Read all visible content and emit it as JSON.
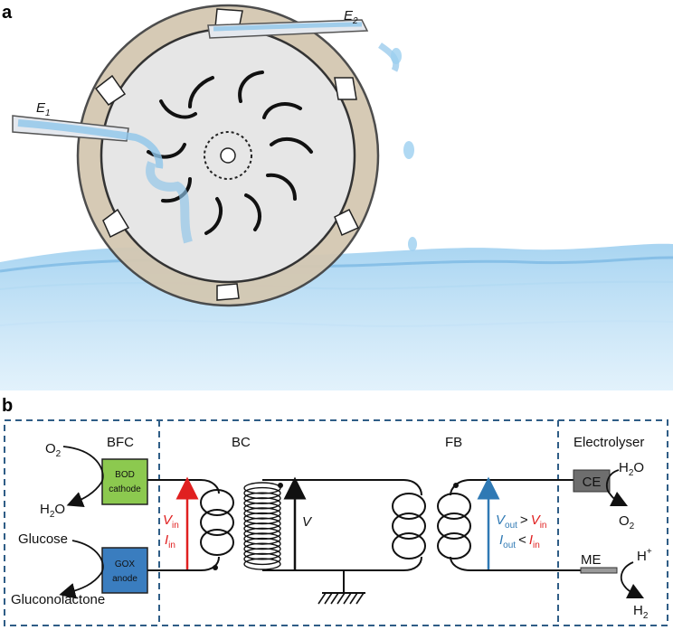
{
  "panel_a": {
    "letter": "a",
    "electrode_top": {
      "main": "E",
      "sub": "2"
    },
    "electrode_left": {
      "main": "E",
      "sub": "1"
    }
  },
  "panel_b": {
    "letter": "b",
    "section_bfc": "BFC",
    "section_bc": "BC",
    "section_fb": "FB",
    "section_electrolyser": "Electrolyser",
    "o2_left": {
      "main": "O",
      "sub": "2"
    },
    "h2o_left": {
      "main": "H",
      "sub": "2",
      "tail": "O"
    },
    "glucose": "Glucose",
    "gluconolactone": "Gluconolactone",
    "bod_line1": "BOD",
    "bod_line2": "cathode",
    "gox_line1": "GOX",
    "gox_line2": "anode",
    "v_in": {
      "main": "V",
      "sub": "in"
    },
    "i_in": {
      "main": "I",
      "sub": "in"
    },
    "v": "V",
    "v_out_compare": {
      "main": "V",
      "sub": "out",
      "op": ">",
      "main2": "V",
      "sub2": "in"
    },
    "i_out_compare": {
      "main": "I",
      "sub": "out",
      "op": "<",
      "main2": "I",
      "sub2": "in"
    },
    "ce": "CE",
    "me": "ME",
    "h2o_right": {
      "main": "H",
      "sub": "2",
      "tail": "O"
    },
    "o2_right": {
      "main": "O",
      "sub": "2"
    },
    "h_plus": {
      "main": "H",
      "sup": "+"
    },
    "h2_right": {
      "main": "H",
      "sub": "2"
    }
  },
  "colors": {
    "bod_fill": "#8cc94f",
    "gox_fill": "#3a7dbf",
    "ce_fill": "#6e6e6e",
    "red_arrow": "#e02020",
    "blue_arrow": "#2f79b4",
    "dash_border": "#2f5d86",
    "water": "#8ec5ea",
    "wheel_rim": "#d4c8b2",
    "wheel_inner": "#e6e6e6"
  }
}
